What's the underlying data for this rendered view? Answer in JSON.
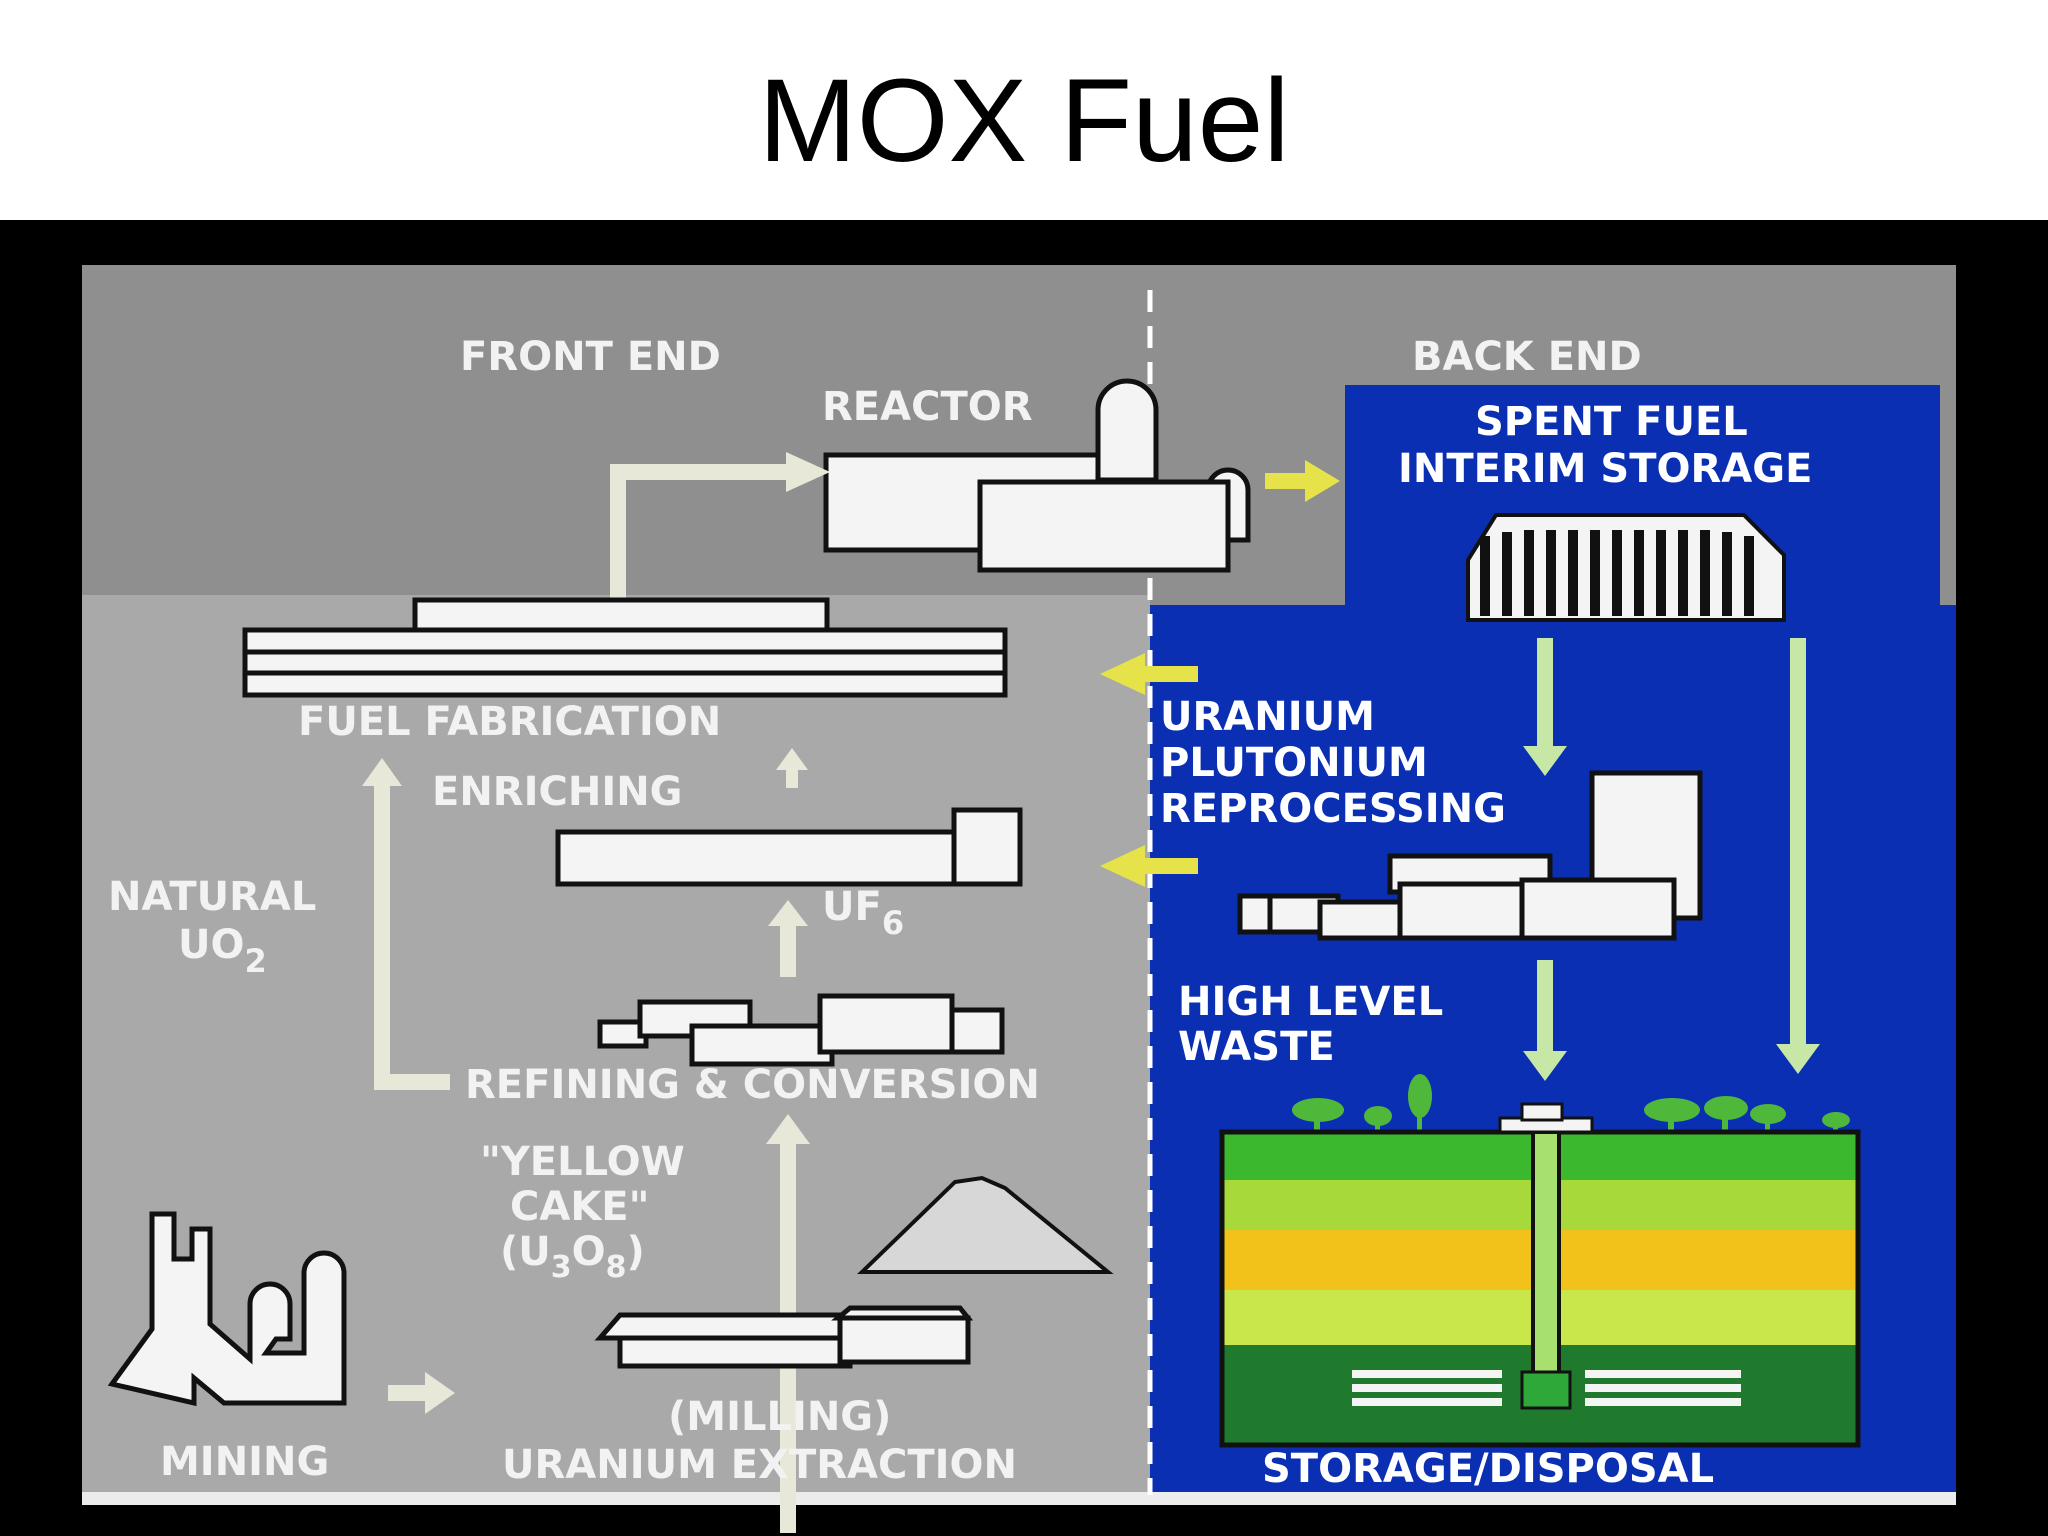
{
  "title": "MOX Fuel",
  "colors": {
    "frame": "#000000",
    "front_end_panel": "#a9a9a9",
    "front_end_header": "#8f8f8f",
    "back_end_panel": "#0a2fb3",
    "pale_arrow": "#e8e8d8",
    "yellow_arrow": "#e6e34a",
    "green_arrow": "#c6e7a6",
    "layer_green": "#3cb82f",
    "layer_yellow": "#f2c21a",
    "layer_lime": "#c9e64a"
  },
  "diagram": {
    "front_end": "FRONT END",
    "back_end": "BACK END",
    "reactor": "REACTOR",
    "spent_fuel": {
      "line1": "SPENT FUEL",
      "line2": "INTERIM STORAGE"
    },
    "fuel_fabrication": "FUEL FABRICATION",
    "enriching": "ENRICHING",
    "uf6": {
      "base": "UF",
      "sub": "6"
    },
    "natural_uo2": {
      "line1": "NATURAL",
      "line2_base": "UO",
      "line2_sub": "2"
    },
    "refining_conversion": "REFINING & CONVERSION",
    "yellow_cake": {
      "line1": "\"YELLOW",
      "line2": "CAKE\"",
      "line3_a": "(U",
      "line3_b": "3",
      "line3_c": "O",
      "line3_d": "8",
      "line3_e": ")"
    },
    "reprocessing": {
      "line1": "URANIUM",
      "line2": "PLUTONIUM",
      "line3": "REPROCESSING"
    },
    "high_level_waste": {
      "line1": "HIGH LEVEL",
      "line2": "WASTE"
    },
    "mining": "MINING",
    "uranium_extraction": {
      "line1": "(MILLING)",
      "line2": "URANIUM EXTRACTION"
    },
    "storage_disposal": "STORAGE/DISPOSAL"
  }
}
